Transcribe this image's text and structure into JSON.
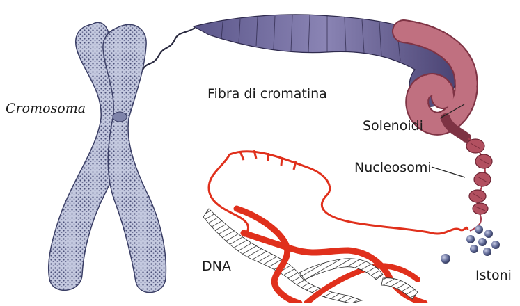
{
  "labels": {
    "cromosoma": "Cromosoma",
    "fibra": "Fibra di cromatina",
    "solenoidi": "Solenoidi",
    "nucleosomi": "Nucleosomi",
    "dna": "DNA",
    "istoni": "Istoni"
  },
  "colors": {
    "chromosome_fill": "#b9bfd8",
    "chromosome_edge": "#3b3f66",
    "fiber_dark": "#3a3560",
    "fiber_light": "#a9a4c8",
    "solenoid": "#7e3344",
    "nucleosome": "#b25060",
    "histone": "#4f5a88",
    "dna_red": "#e0301c",
    "dna_hatch": "#2b2b2b"
  }
}
